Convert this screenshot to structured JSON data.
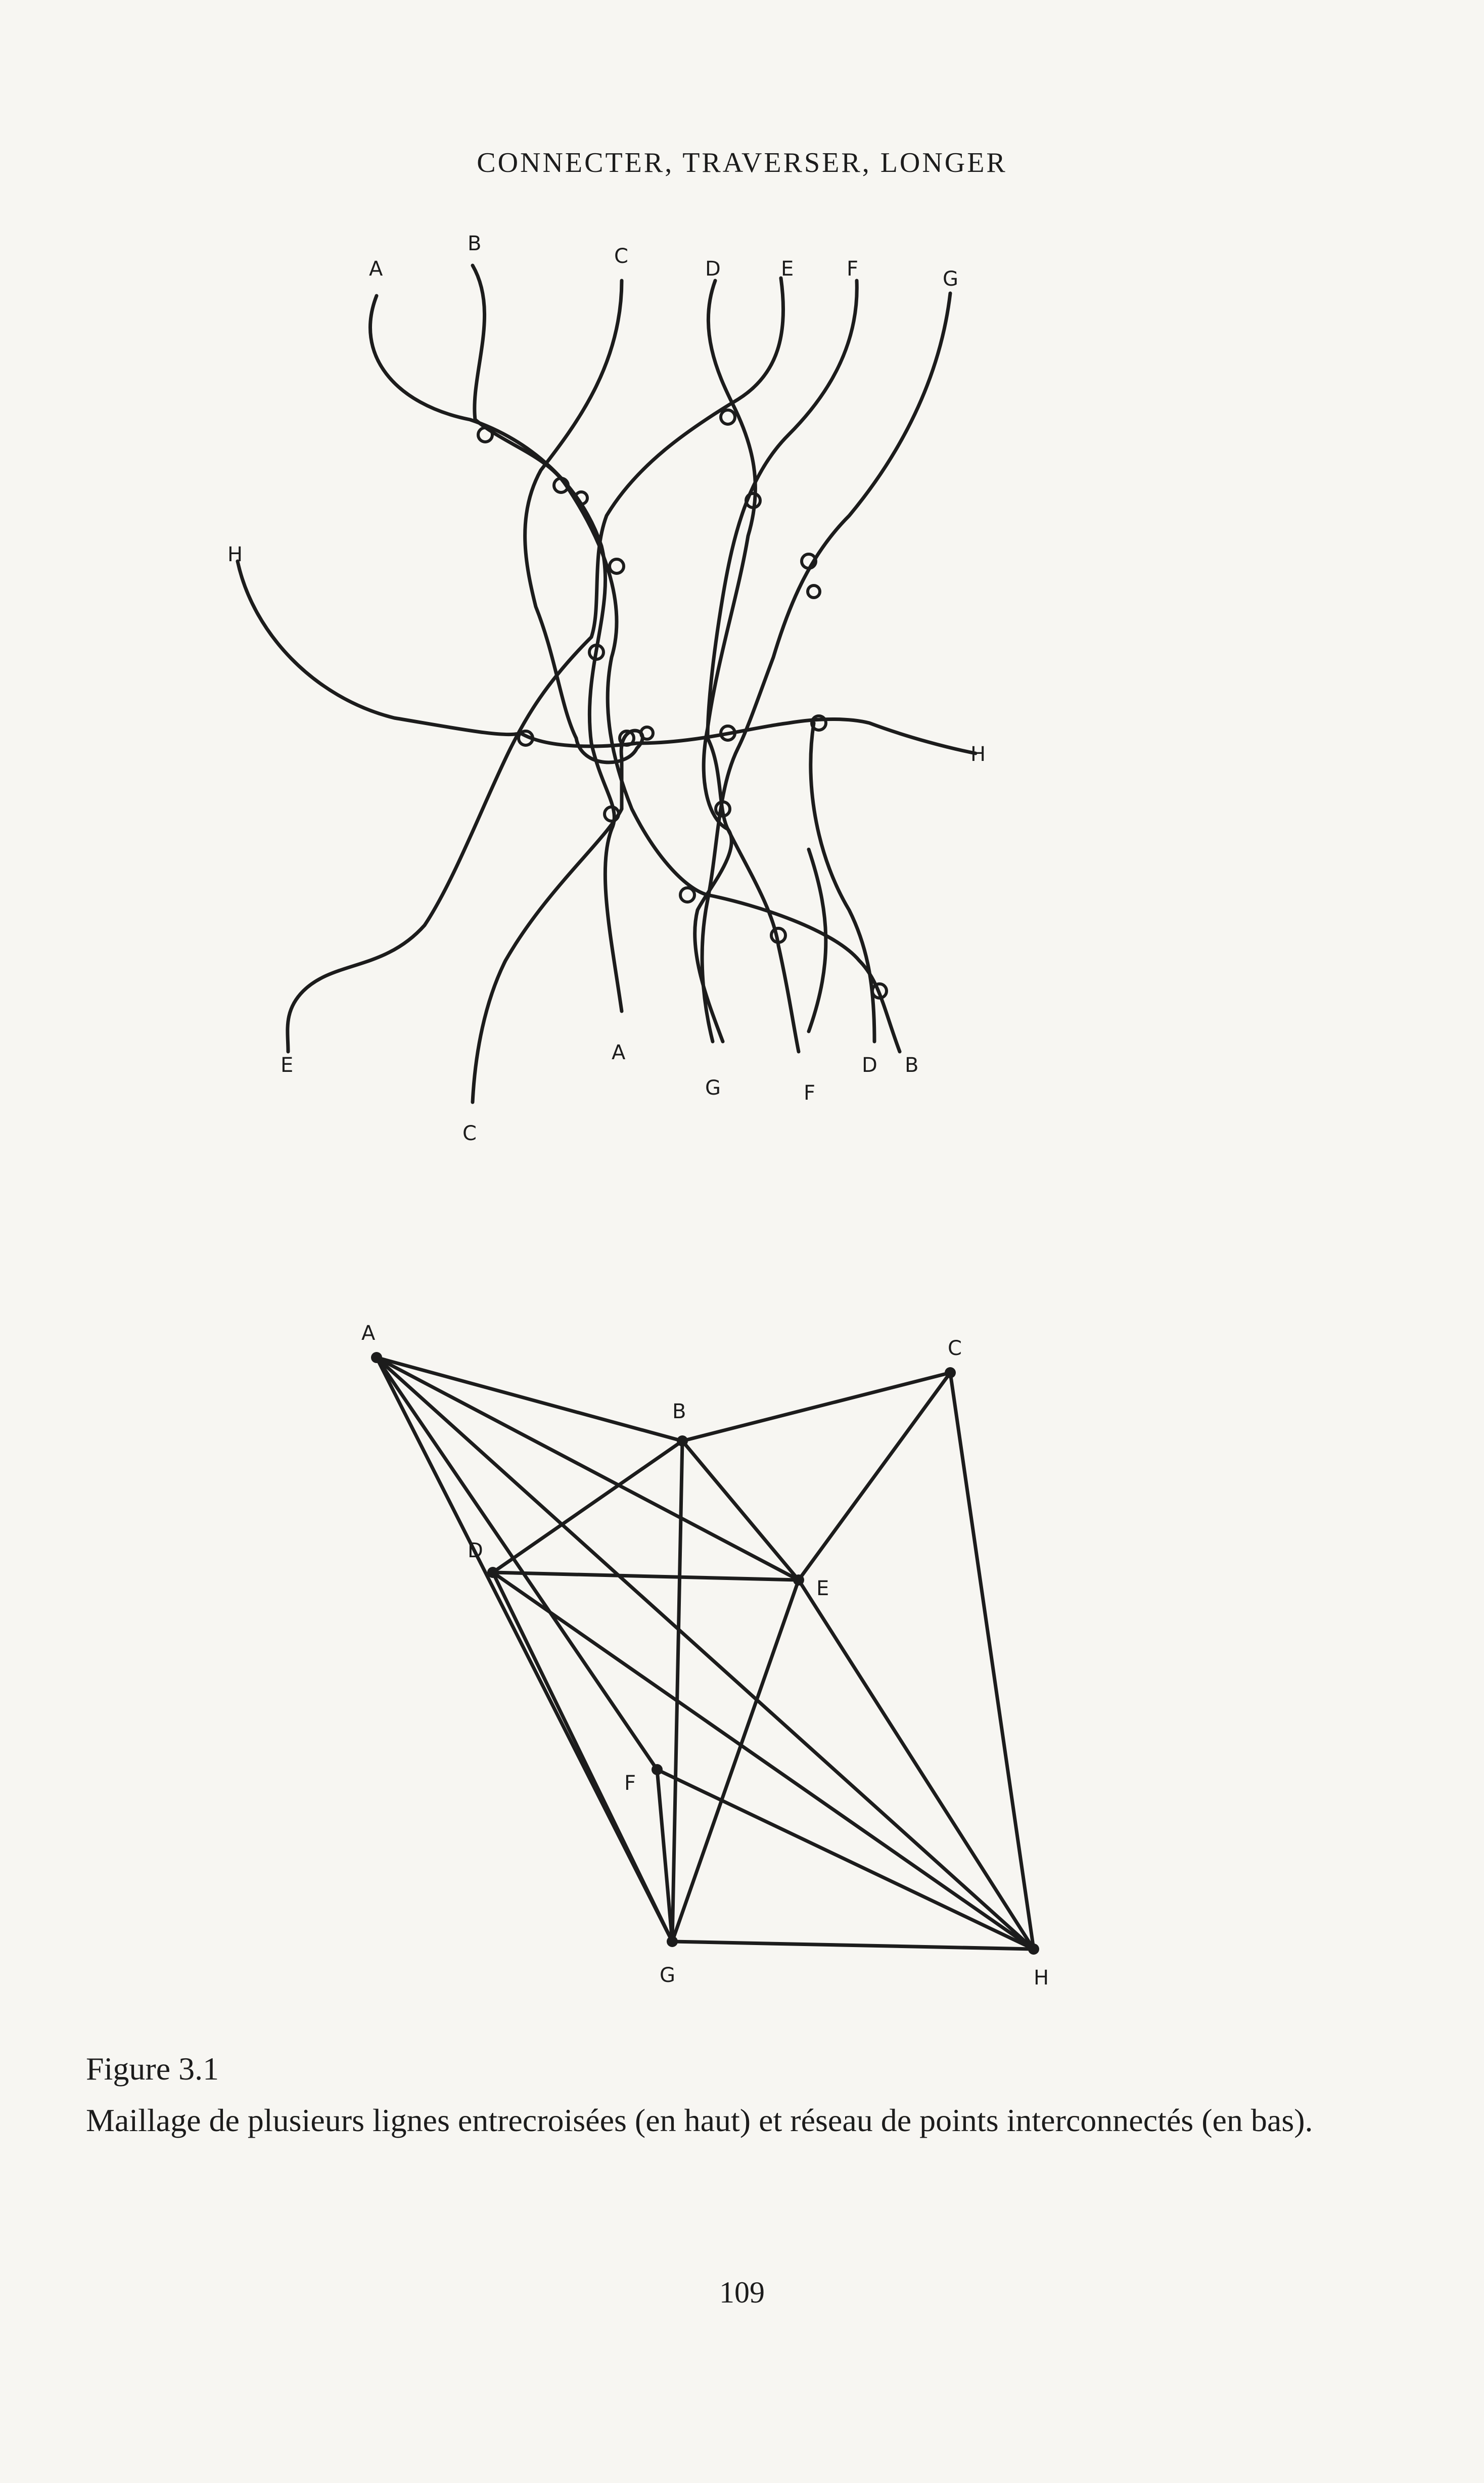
{
  "running_head": "CONNECTER, TRAVERSER, LONGER",
  "meshwork": {
    "top_labels": [
      "A",
      "B",
      "C",
      "D",
      "E",
      "F",
      "G"
    ],
    "left_label": "H",
    "right_label": "H",
    "bottom_labels": [
      "E",
      "C",
      "A",
      "G",
      "F",
      "D",
      "B"
    ]
  },
  "network": {
    "nodes": [
      "A",
      "B",
      "C",
      "D",
      "E",
      "F",
      "G",
      "H"
    ],
    "edges": [
      [
        "A",
        "B"
      ],
      [
        "A",
        "E"
      ],
      [
        "A",
        "G"
      ],
      [
        "A",
        "H"
      ],
      [
        "A",
        "F"
      ],
      [
        "B",
        "C"
      ],
      [
        "B",
        "D"
      ],
      [
        "B",
        "E"
      ],
      [
        "B",
        "G"
      ],
      [
        "C",
        "E"
      ],
      [
        "C",
        "H"
      ],
      [
        "D",
        "E"
      ],
      [
        "D",
        "G"
      ],
      [
        "E",
        "G"
      ],
      [
        "E",
        "H"
      ],
      [
        "F",
        "G"
      ],
      [
        "F",
        "H"
      ],
      [
        "G",
        "H"
      ],
      [
        "D",
        "H"
      ]
    ]
  },
  "caption": {
    "title": "Figure 3.1",
    "text": "Maillage de plusieurs lignes entrecroisées (en haut) et réseau de points interconnectés (en bas)."
  },
  "page_number": "109"
}
